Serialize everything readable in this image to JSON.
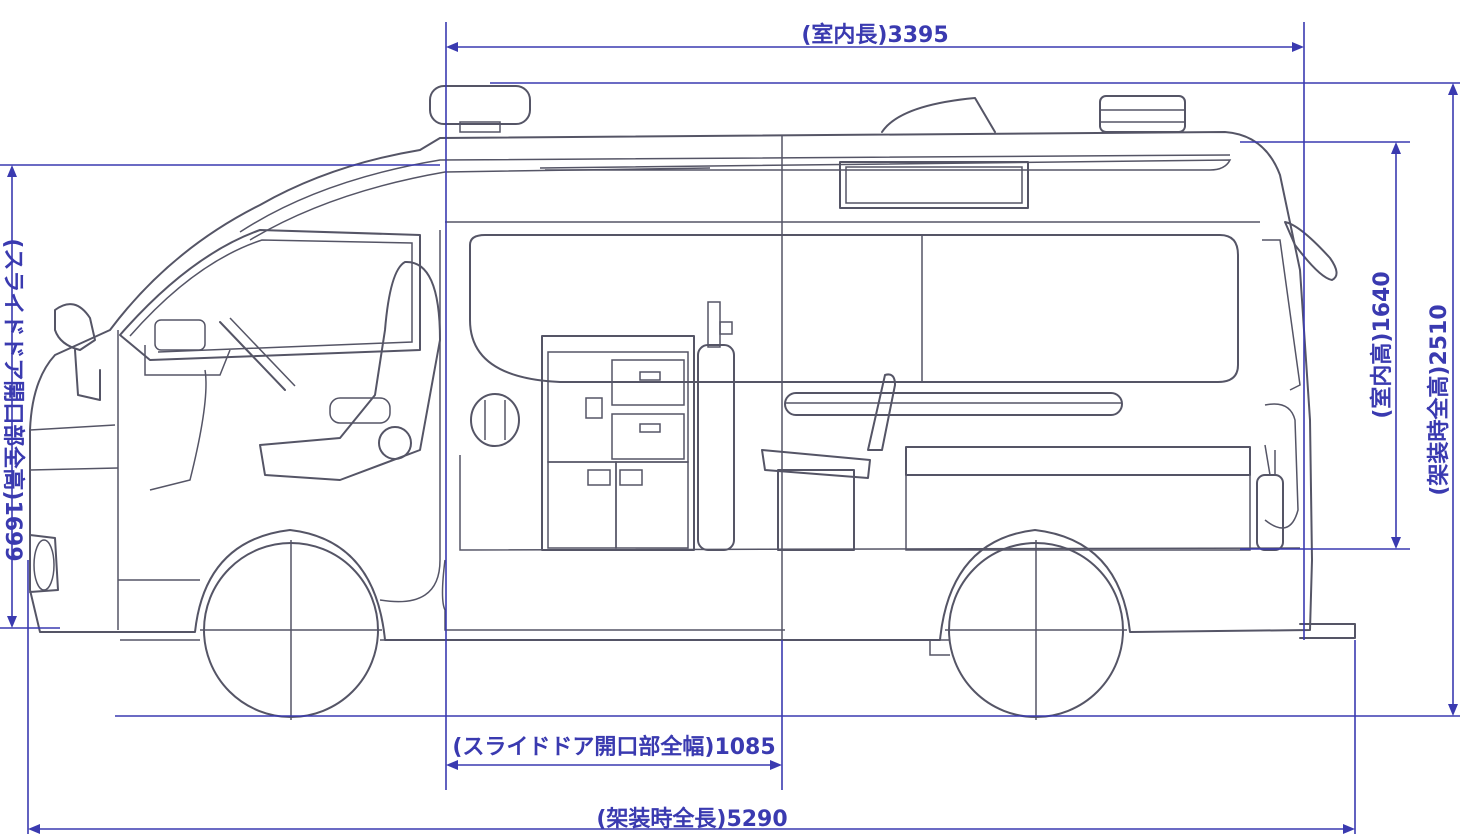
{
  "dimensions": {
    "interior_length": "(室内長)3395",
    "interior_height": "(室内高)1640",
    "equipped_height": "(架装時全高)2510",
    "slide_door_width": "(スライドドア開口部全幅)1085",
    "equipped_length": "(架装時全長)5290",
    "slide_door_height": "(スライドドア開口部全高)1699"
  },
  "colors": {
    "dimension": "#3a3ab0",
    "vehicle_line": "#555566"
  }
}
